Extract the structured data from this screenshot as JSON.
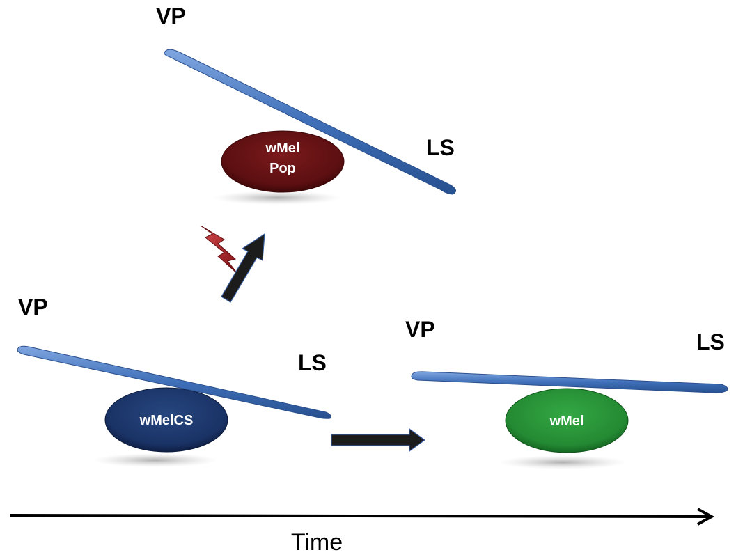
{
  "colors": {
    "plank": "#3f6fb8",
    "pop_blob": "#6b1416",
    "cs_blob": "#1f3a72",
    "mel_blob": "#2e9a3c",
    "lightning": "#a11c20",
    "arrow": "#1c1c1c"
  },
  "top": {
    "vp": "VP",
    "ls": "LS",
    "blob_line1": "wMel",
    "blob_line2": "Pop"
  },
  "left": {
    "vp": "VP",
    "ls": "LS",
    "blob": "wMelCS"
  },
  "right": {
    "vp": "VP",
    "ls": "LS",
    "blob": "wMel"
  },
  "icons": [
    "lightning-icon",
    "up-arrow-icon",
    "right-arrow-icon"
  ],
  "axis": {
    "label": "Time"
  }
}
